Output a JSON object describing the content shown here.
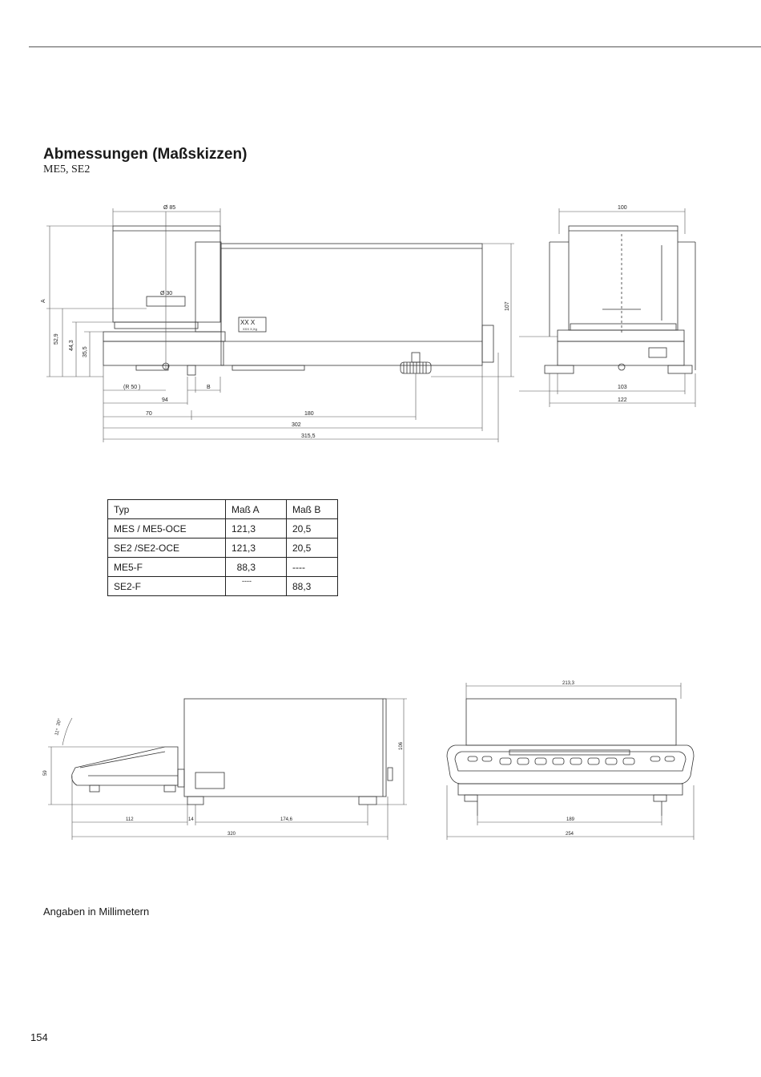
{
  "page": {
    "title": "Abmessungen (Maßskizzen)",
    "subtitle": "ME5, SE2",
    "footnote": "Angaben in Millimetern",
    "page_number": "154"
  },
  "drawing1": {
    "dims": {
      "d85": "Ø 85",
      "d30": "Ø 30",
      "A": "A",
      "v529": "52,9",
      "v443": "44,3",
      "v355": "35,5",
      "v107": "107",
      "r50": "(R    50 )",
      "B": "B",
      "v94": "94",
      "v70": "70",
      "v180": "180",
      "v302": "302",
      "v3155": "315,5"
    },
    "plate": {
      "line1": "XX   X",
      "line2": "XXX X,Xg"
    }
  },
  "drawing2": {
    "dims": {
      "v100": "100",
      "v103": "103",
      "v122": "122"
    }
  },
  "drawing3": {
    "dims": {
      "angle1": "11°",
      "angle2": "30°",
      "v59": "59",
      "v106": "106",
      "v112": "112",
      "v14": "14",
      "v1746": "174,6",
      "v320": "320"
    }
  },
  "drawing4": {
    "dims": {
      "v2133": "213,3",
      "v189": "189",
      "v254": "254"
    }
  },
  "table": {
    "headers": [
      "Typ",
      "Maß A",
      "Maß B"
    ],
    "rows": [
      [
        "MES  / ME5-OCE",
        "121,3",
        "20,5"
      ],
      [
        "SE2 /SE2-OCE",
        "121,3",
        "20,5"
      ],
      [
        "ME5-F",
        "  88,3",
        "----"
      ],
      [
        "SE2-F",
        "----",
        "88,3"
      ]
    ]
  }
}
